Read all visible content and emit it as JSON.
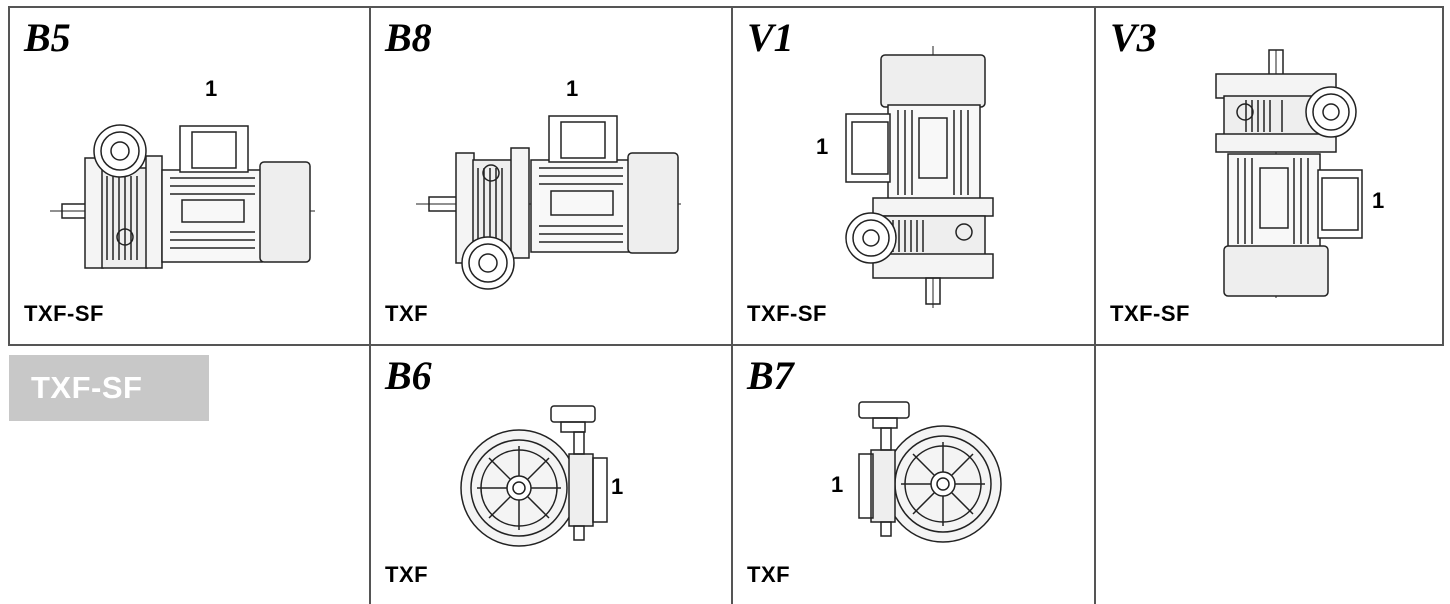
{
  "cells": {
    "b5": {
      "code": "B5",
      "model": "TXF-SF",
      "position_marker": "1"
    },
    "b8": {
      "code": "B8",
      "model": "TXF",
      "position_marker": "1"
    },
    "v1": {
      "code": "V1",
      "model": "TXF-SF",
      "position_marker": "1"
    },
    "v3": {
      "code": "V3",
      "model": "TXF-SF",
      "position_marker": "1"
    },
    "b6": {
      "code": "B6",
      "model": "TXF",
      "position_marker": "1"
    },
    "b7": {
      "code": "B7",
      "model": "TXF",
      "position_marker": "1"
    }
  },
  "badge": {
    "label": "TXF-SF",
    "background": "#c8c8c8",
    "text_color": "#ffffff"
  }
}
